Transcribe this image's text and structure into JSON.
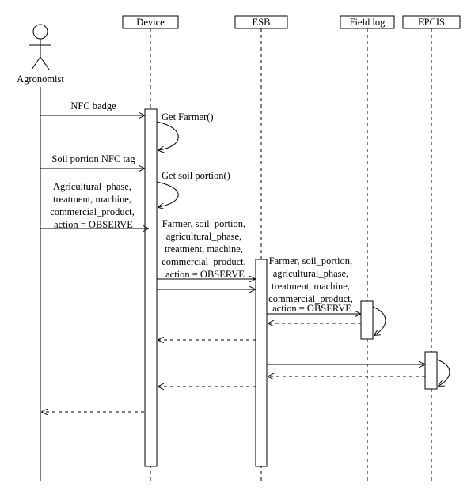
{
  "diagram": {
    "actor": {
      "label": "Agronomist"
    },
    "participants": {
      "device": "Device",
      "esb": "ESB",
      "field_log": "Field log",
      "epcis": "EPCIS"
    },
    "messages": {
      "nfc_badge": "NFC badge",
      "get_farmer": "Get Farmer()",
      "soil_tag": "Soil portion NFC tag",
      "get_soil": "Get soil portion()",
      "observe_request": [
        "Agricultural_phase,",
        "treatment, machine,",
        "commercial_product,",
        "action = OBSERVE"
      ],
      "device_to_esb": [
        "Farmer, soil_portion,",
        "agricultural_phase,",
        "treatment, machine,",
        "commercial_product,",
        "action = OBSERVE"
      ],
      "esb_to_log": [
        "Farmer, soil_portion,",
        "agricultural_phase,",
        "treatment, machine,",
        "commercial_product,",
        "action = OBSERVE"
      ]
    }
  }
}
